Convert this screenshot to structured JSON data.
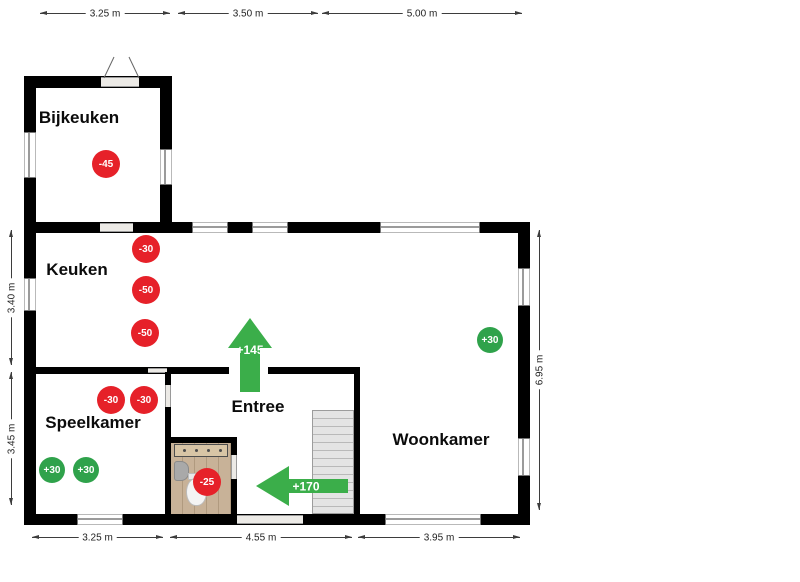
{
  "floorplan": {
    "rooms": {
      "bijkeuken": {
        "label": "Bijkeuken"
      },
      "keuken": {
        "label": "Keuken"
      },
      "speelkamer": {
        "label": "Speelkamer"
      },
      "entree": {
        "label": "Entree"
      },
      "woonkamer": {
        "label": "Woonkamer"
      }
    },
    "markers": {
      "bijkeuken_1": {
        "value": "-45",
        "type": "negative"
      },
      "keuken_1": {
        "value": "-30",
        "type": "negative"
      },
      "keuken_2": {
        "value": "-50",
        "type": "negative"
      },
      "keuken_3": {
        "value": "-50",
        "type": "negative"
      },
      "speelkamer_1": {
        "value": "-30",
        "type": "negative"
      },
      "speelkamer_2": {
        "value": "-30",
        "type": "negative"
      },
      "speelkamer_3": {
        "value": "+30",
        "type": "positive"
      },
      "speelkamer_4": {
        "value": "+30",
        "type": "positive"
      },
      "toilet_1": {
        "value": "-25",
        "type": "negative"
      },
      "woonkamer_1": {
        "value": "+30",
        "type": "positive"
      }
    },
    "arrows": {
      "up": {
        "label": "+145",
        "direction": "up"
      },
      "left": {
        "label": "+170",
        "direction": "left"
      }
    },
    "dimensions": {
      "top": [
        "3.25 m",
        "3.50 m",
        "5.00 m"
      ],
      "left": [
        "3.40 m",
        "3.45 m"
      ],
      "right": [
        "6.95 m"
      ],
      "bottom": [
        "3.25 m",
        "4.55 m",
        "3.95 m"
      ]
    },
    "colors": {
      "negative": "#e62129",
      "positive": "#2fa24b",
      "arrow_green": "#3bae4a",
      "wall": "#000000"
    }
  }
}
